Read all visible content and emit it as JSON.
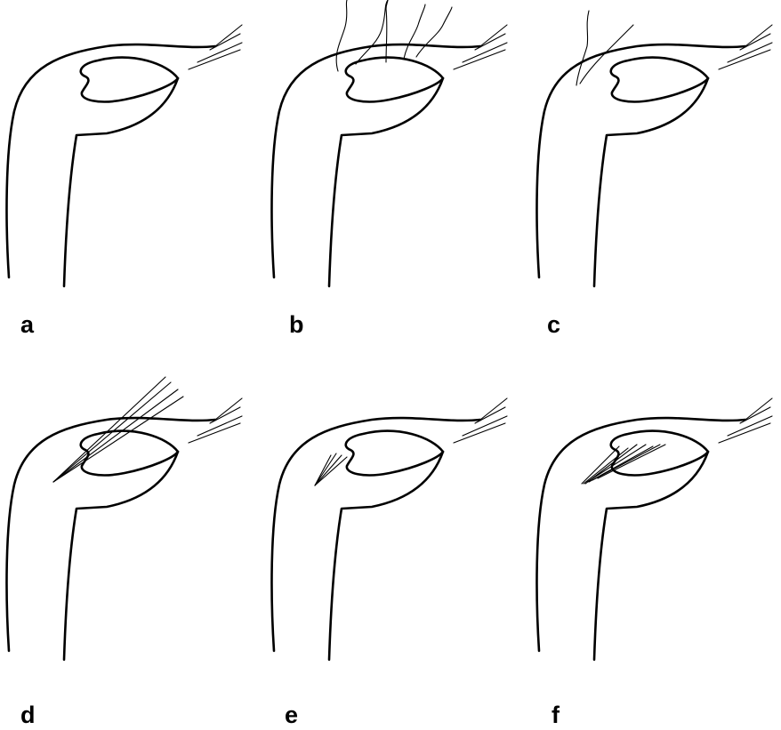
{
  "panels": [
    {
      "id": "a",
      "label": "a",
      "lateral_setae": "none"
    },
    {
      "id": "b",
      "label": "b",
      "lateral_setae": "wavy-long"
    },
    {
      "id": "c",
      "label": "c",
      "lateral_setae": "wavy-two"
    },
    {
      "id": "d",
      "label": "d",
      "lateral_setae": "straight-long"
    },
    {
      "id": "e",
      "label": "e",
      "lateral_setae": "straight-short"
    },
    {
      "id": "f",
      "label": "f",
      "lateral_setae": "straight-short-fan"
    }
  ],
  "colors": {
    "line": "#000000",
    "background": "#ffffff"
  }
}
